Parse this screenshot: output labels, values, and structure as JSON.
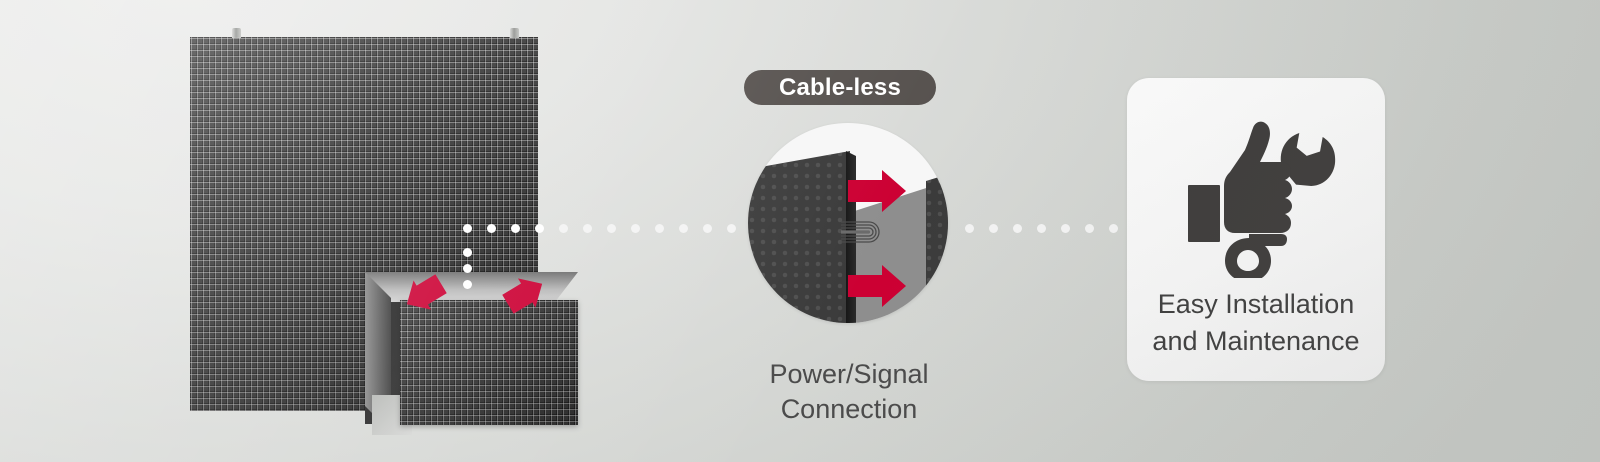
{
  "page": {
    "title": "Cable-less LED Display Installation Infographic",
    "background_light": "#ececeb",
    "background_dark": "#c6c9c5"
  },
  "left_visual": {
    "name": "led-display-panel-with-detached-module",
    "panel_color": "#2a2a2a",
    "module_label": "detached-led-module",
    "arrow_color": "#cc0033",
    "arrow_count": 2,
    "mount_tab_count": 2
  },
  "connectors": {
    "left_dotted_path_label": "dotted-connector-left",
    "right_dotted_path_label": "dotted-connector-right",
    "dot_color": "#ffffff"
  },
  "center": {
    "badge_label": "Cable-less",
    "badge_bg": "#56514e",
    "badge_text_color": "#ffffff",
    "caption_line1": "Power/Signal",
    "caption_line2": "Connection",
    "circle_bg": "#f7f7f7",
    "circle_floor": "#8e8e8e",
    "arrow_color": "#cc0033",
    "arrow_count": 2,
    "connector_label": "pin-connector"
  },
  "right_card": {
    "caption_line1": "Easy Installation",
    "caption_line2": "and Maintenance",
    "icon_name": "thumbs-up-with-wrench-icon",
    "icon_color": "#3e3c3b",
    "card_bg": "#f8f8f8"
  }
}
